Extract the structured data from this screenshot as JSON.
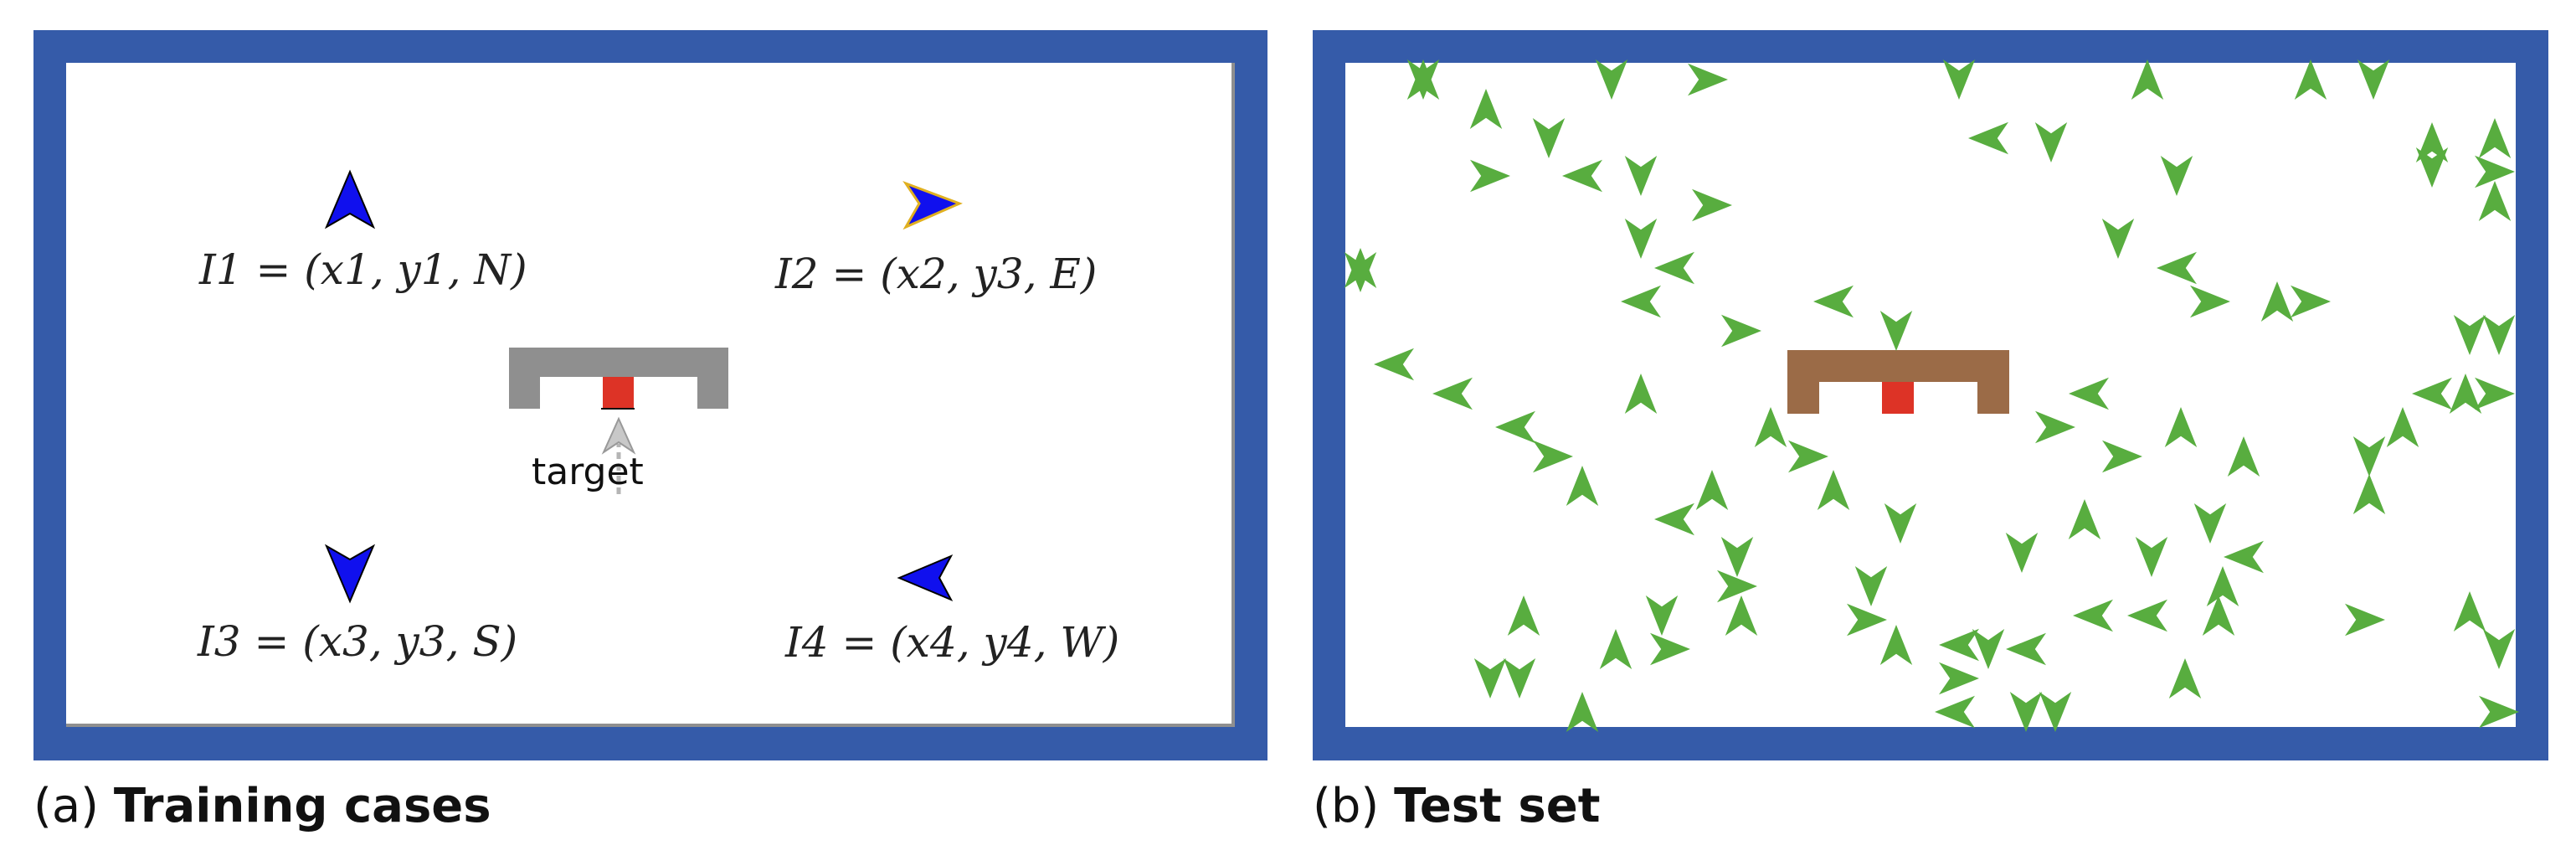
{
  "panel_a": {
    "labels": [
      {
        "id": "l1",
        "text": "I1 = (x1, y1, N)"
      },
      {
        "id": "l2",
        "text": "I2 = (x2, y3, E)"
      },
      {
        "id": "l3",
        "text": "I3 = (x3, y3, S)"
      },
      {
        "id": "l4",
        "text": "I4 = (x4, y4, W)"
      }
    ],
    "target_label": "target",
    "caption_prefix": "(a)",
    "caption_title": "Training cases"
  },
  "panel_b": {
    "caption_prefix": "(b)",
    "caption_title": "Test set"
  },
  "colors": {
    "frame": "#355ba9",
    "agent_train": "#1010ee",
    "agent_test": "#58ad3f",
    "wall_train": "#8f8f8f",
    "wall_test": "#9b6b47",
    "target": "#dd3326"
  }
}
